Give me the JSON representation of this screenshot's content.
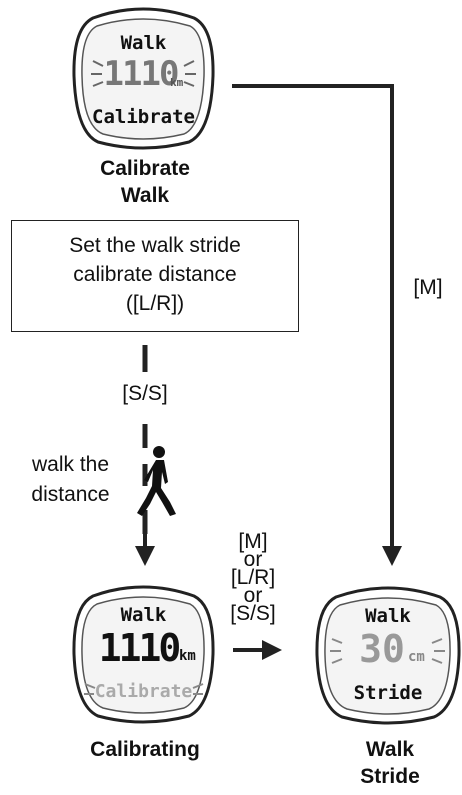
{
  "screens": {
    "calibrate_walk": {
      "mode": "Walk",
      "digits": "1110",
      "unit": "km",
      "message": "Calibrate",
      "caption_line1": "Calibrate",
      "caption_line2": "Walk"
    },
    "calibrating": {
      "mode": "Walk",
      "digits": "1110",
      "unit": "km",
      "message": "Calibrate",
      "caption": "Calibrating"
    },
    "walk_stride": {
      "mode": "Walk",
      "digits": "30",
      "unit": "cm",
      "message": "Stride",
      "caption_line1": "Walk",
      "caption_line2": "Stride"
    }
  },
  "instruction_box": {
    "line1": "Set the walk stride",
    "line2": "calibrate distance",
    "line3": "([L/R])"
  },
  "labels": {
    "start_stop": "[S/S]",
    "walk_line1": "walk the",
    "walk_line2": "distance",
    "mode_right": "[M]",
    "alt_line1": "[M]",
    "alt_line2": "or",
    "alt_line3": "[L/R]",
    "alt_line4": "or",
    "alt_line5": "[S/S]"
  },
  "icons": {
    "walker": "walking-person-icon"
  }
}
